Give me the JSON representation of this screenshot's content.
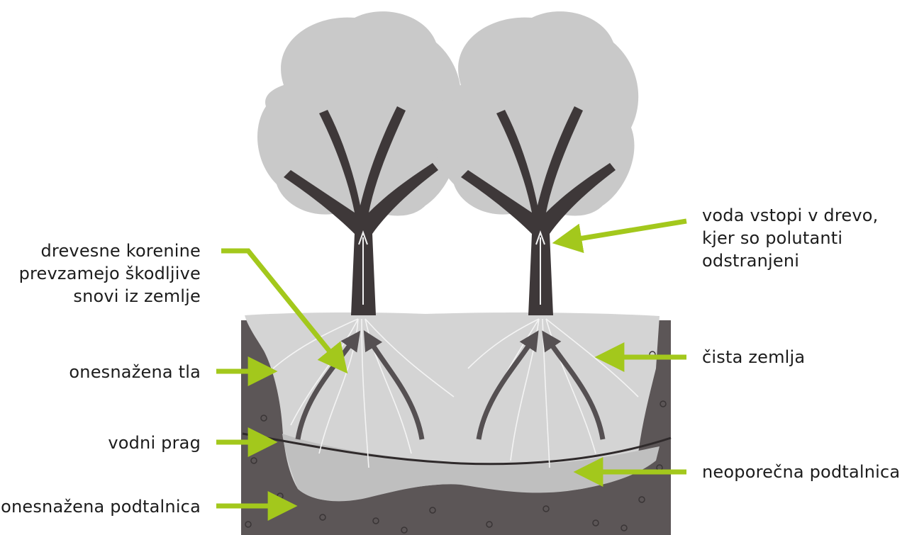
{
  "colors": {
    "arrow": "#a3c81c",
    "soil_dark": "#5c5657",
    "soil_light": "#cfcfcf",
    "foliage": "#c9c9c9",
    "trunk": "#3e3839",
    "water_line": "#2f2a2b"
  },
  "labels": {
    "roots": [
      "drevesne korenine",
      "prevzamejo škodljive",
      "snovi iz zemlje"
    ],
    "contaminated_soil": "onesnažena tla",
    "water_table": "vodni prag",
    "contaminated_groundwater": "onesnažena podtalnica",
    "water_enters_tree": [
      "voda vstopi v drevo,",
      "kjer so polutanti",
      "odstranjeni"
    ],
    "clean_soil": "čista zemlja",
    "clean_groundwater": "neoporečna podtalnica"
  }
}
